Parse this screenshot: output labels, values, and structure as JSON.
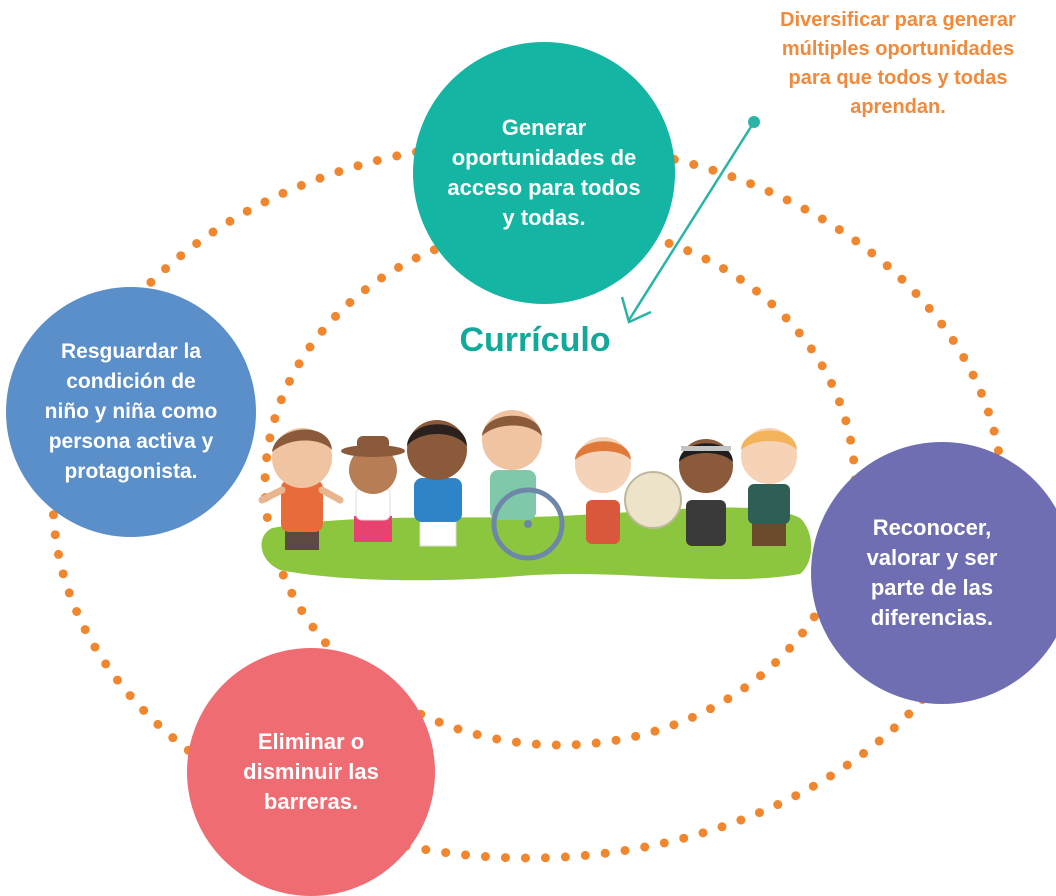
{
  "center_title": "Currículo",
  "note": [
    "Diversificar para generar",
    "múltiples oportunidades",
    "para que todos y todas",
    "aprendan."
  ],
  "bubbles": {
    "top": [
      "Generar",
      "oportunidades de",
      "acceso para todos",
      "y todas."
    ],
    "left": [
      "Resguardar la",
      "condición de",
      "niño y niña como",
      "persona activa y",
      "protagonista."
    ],
    "right": [
      "Reconocer,",
      "valorar y ser",
      "parte de las",
      "diferencias."
    ],
    "bottom": [
      "Eliminar o",
      "disminuir las",
      "barreras."
    ]
  },
  "colors": {
    "top": "#15b5a4",
    "left": "#5b8fc9",
    "right": "#6f6eb2",
    "bottom": "#ef6c72",
    "dots": "#f0872f",
    "note": "#f08a3c",
    "title": "#12a99a",
    "arrow": "#2bb3a6",
    "grass": "#8cc63f"
  }
}
